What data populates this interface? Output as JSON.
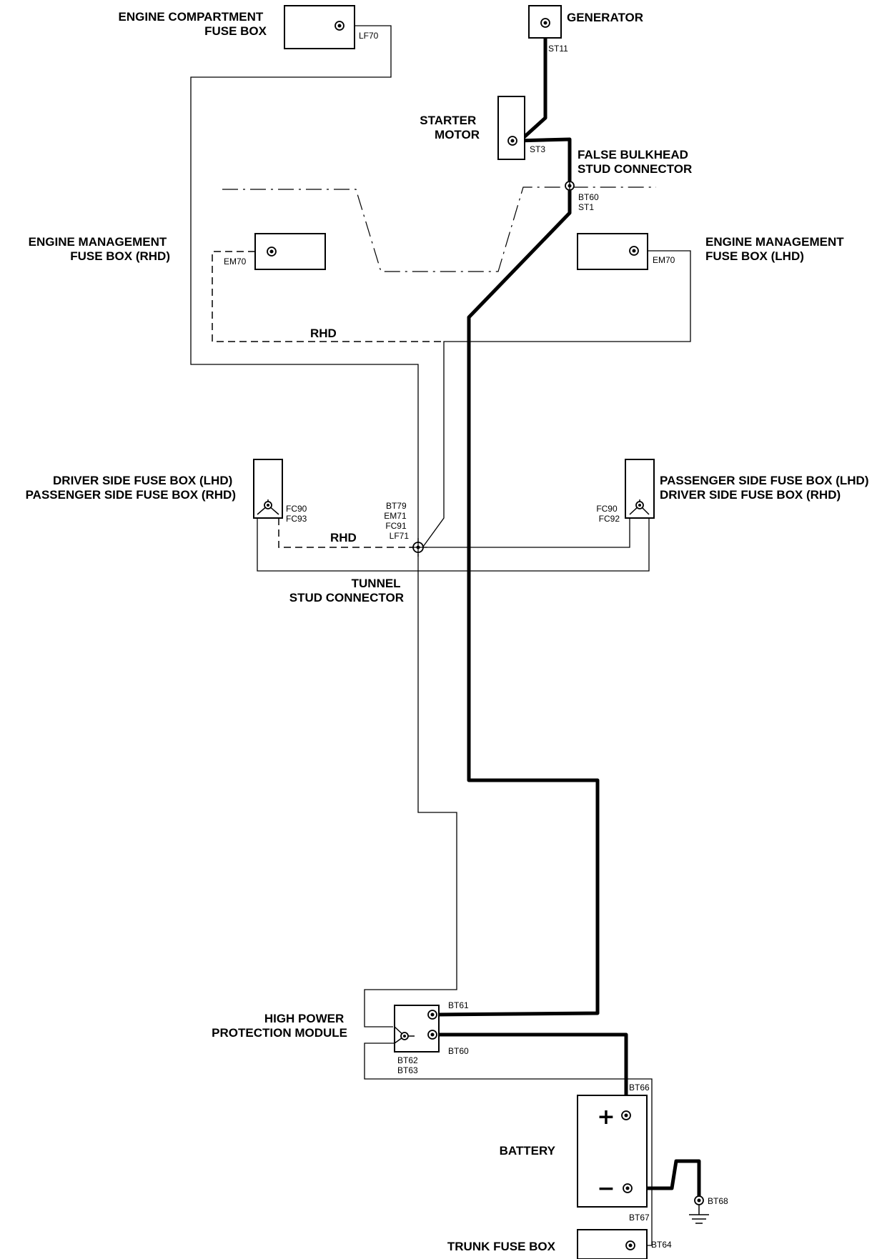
{
  "components": {
    "engine_compartment_fuse_box": [
      "ENGINE COMPARTMENT",
      "FUSE BOX"
    ],
    "generator": "GENERATOR",
    "starter_motor": [
      "STARTER",
      "MOTOR"
    ],
    "false_bulkhead_stud_connector": [
      "FALSE BULKHEAD",
      "STUD CONNECTOR"
    ],
    "engine_management_rhd": [
      "ENGINE MANAGEMENT",
      "FUSE BOX (RHD)"
    ],
    "engine_management_lhd": [
      "ENGINE MANAGEMENT",
      "FUSE BOX (LHD)"
    ],
    "driver_side_fuse_box_left": [
      "DRIVER SIDE FUSE BOX (LHD)",
      "PASSENGER SIDE FUSE BOX (RHD)"
    ],
    "passenger_side_fuse_box_right": [
      "PASSENGER SIDE FUSE BOX (LHD)",
      "DRIVER SIDE FUSE BOX (RHD)"
    ],
    "tunnel_stud_connector": [
      "TUNNEL",
      "STUD CONNECTOR"
    ],
    "high_power_protection_module": [
      "HIGH POWER",
      "PROTECTION MODULE"
    ],
    "battery": "BATTERY",
    "trunk_fuse_box": "TRUNK FUSE BOX"
  },
  "route_labels": {
    "rhd_upper": "RHD",
    "rhd_lower": "RHD"
  },
  "battery_symbols": {
    "positive": "+",
    "negative": "−"
  },
  "codes": {
    "lf70": "LF70",
    "st11": "ST11",
    "st3": "ST3",
    "bulkhead": [
      "BT60",
      "ST1"
    ],
    "em70_rhd": "EM70",
    "em70_lhd": "EM70",
    "fc_left": [
      "FC90",
      "FC93"
    ],
    "tunnel": [
      "BT79",
      "EM71",
      "FC91",
      "LF71"
    ],
    "fc_right": [
      "FC90",
      "FC92"
    ],
    "bt61": "BT61",
    "bt60": "BT60",
    "bt62_63": [
      "BT62",
      "BT63"
    ],
    "bt66": "BT66",
    "bt67": "BT67",
    "bt68": "BT68",
    "bt64": "BT64"
  }
}
